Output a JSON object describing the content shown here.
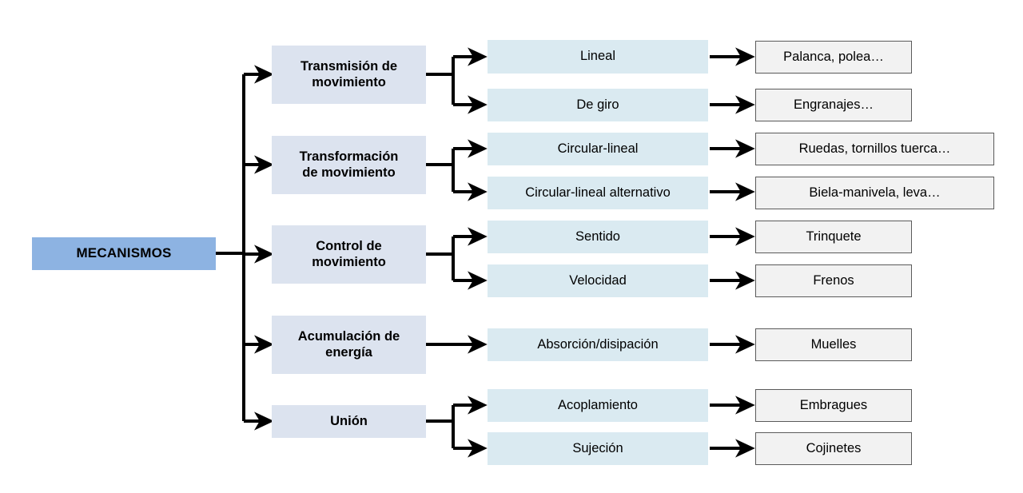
{
  "diagram": {
    "title": "MECANISMOS",
    "root": {
      "label": "MECANISMOS",
      "color": "#8db3e2"
    },
    "colors": {
      "level1": "#8db3e2",
      "level2": "#dce3ef",
      "level3": "#daeaf1",
      "level4_fill": "#f2f2f2",
      "level4_border": "#5a5a5a",
      "connector": "#000000",
      "background": "#ffffff"
    },
    "branches": [
      {
        "category": "Transmisión de\nmovimiento",
        "subtypes": [
          {
            "label": "Lineal",
            "examples": "Palanca, polea…"
          },
          {
            "label": "De giro",
            "examples": "Engranajes…"
          }
        ]
      },
      {
        "category": "Transformación\nde movimiento",
        "subtypes": [
          {
            "label": "Circular-lineal",
            "examples": "Ruedas, tornillos tuerca…"
          },
          {
            "label": "Circular-lineal alternativo",
            "examples": "Biela-manivela, leva…"
          }
        ]
      },
      {
        "category": "Control de\nmovimiento",
        "subtypes": [
          {
            "label": "Sentido",
            "examples": "Trinquete"
          },
          {
            "label": "Velocidad",
            "examples": "Frenos"
          }
        ]
      },
      {
        "category": "Acumulación de\nenergía",
        "subtypes": [
          {
            "label": "Absorción/disipación",
            "examples": "Muelles"
          }
        ]
      },
      {
        "category": "Unión",
        "subtypes": [
          {
            "label": "Acoplamiento",
            "examples": "Embragues"
          },
          {
            "label": "Sujeción",
            "examples": "Cojinetes"
          }
        ]
      }
    ]
  }
}
